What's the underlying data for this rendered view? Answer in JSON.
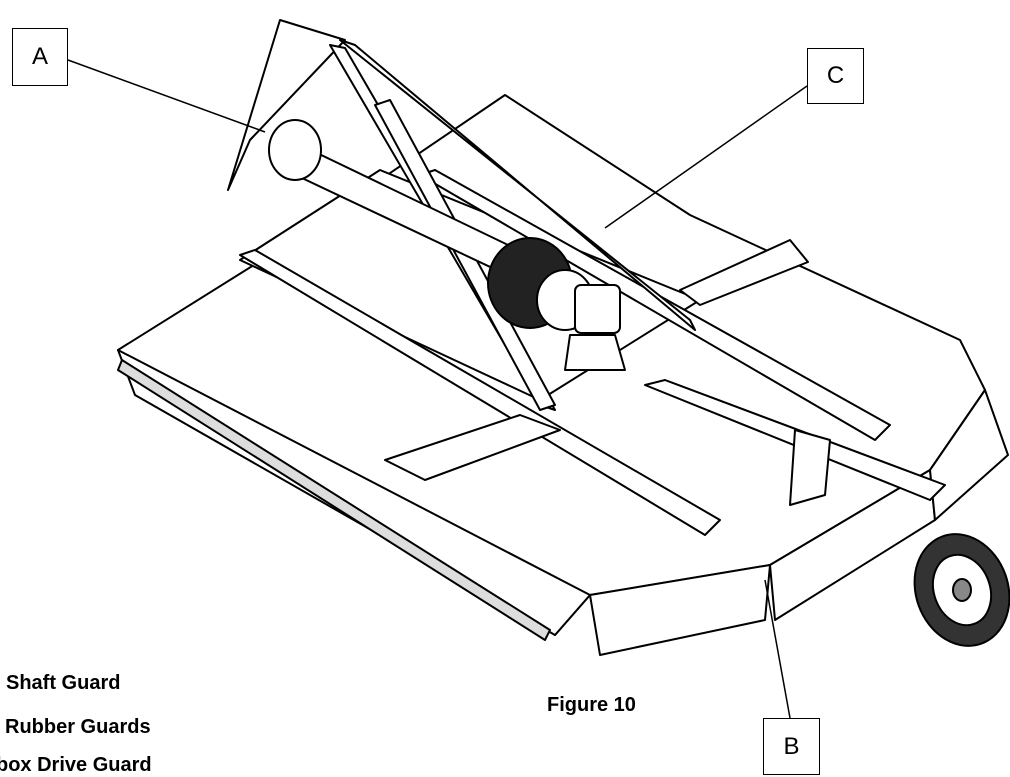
{
  "callouts": {
    "a": "A",
    "b": "B",
    "c": "C"
  },
  "caption": "Figure 10",
  "legend": [
    "Shaft Guard",
    "Rubber Guards",
    "box Drive Guard"
  ]
}
